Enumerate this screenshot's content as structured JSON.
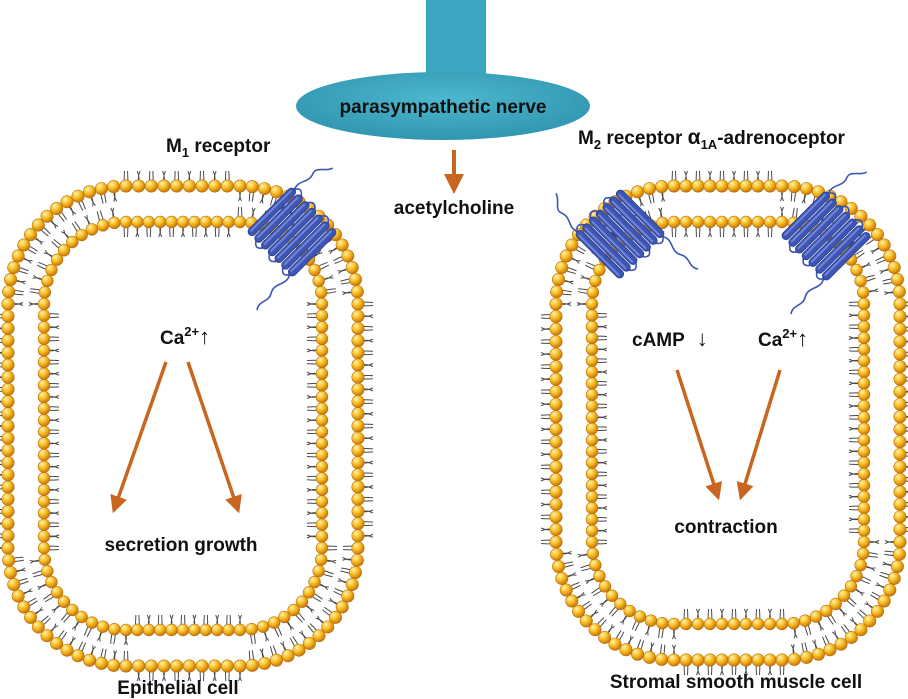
{
  "nerve": {
    "label": "parasympathetic nerve",
    "color": "#3aa6bf"
  },
  "transmitter": "acetylcholine",
  "receptors": {
    "m1": {
      "main": "M",
      "sub": "1",
      "rest": " receptor"
    },
    "m2": {
      "main": "M",
      "sub": "2",
      "rest": " receptor "
    },
    "alpha": {
      "main": "α",
      "sub": "1A",
      "rest": "-adrenoceptor"
    }
  },
  "epithelial": {
    "second_messenger": "Ca",
    "second_messenger_sup": "2+",
    "second_messenger_trend": "↑",
    "effects": "secretion growth",
    "cell_label": "Epithelial cell"
  },
  "stromal": {
    "messenger_a": "cAMP",
    "messenger_a_trend": "↓",
    "messenger_b": "Ca",
    "messenger_b_sup": "2+",
    "messenger_b_trend": "↑",
    "effect": "contraction",
    "cell_label": "Stromal smooth muscle cell"
  },
  "colors": {
    "arrow": "#c8651e",
    "receptor": "#3d55b5",
    "lipid_head": "#f2b21a",
    "lipid_tail": "#4a4a4a"
  }
}
